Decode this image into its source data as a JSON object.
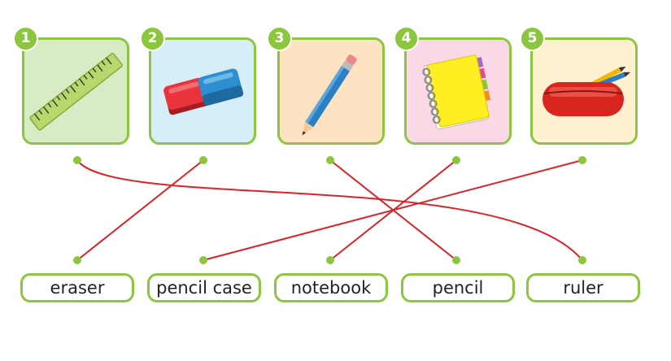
{
  "items": [
    {
      "number": "1",
      "picture": "ruler",
      "background": "#d9ebc4"
    },
    {
      "number": "2",
      "picture": "eraser",
      "background": "#d6eef8"
    },
    {
      "number": "3",
      "picture": "pencil",
      "background": "#fde3c2"
    },
    {
      "number": "4",
      "picture": "notebook",
      "background": "#fbd8e5"
    },
    {
      "number": "5",
      "picture": "pencil case",
      "background": "#fff0d0"
    }
  ],
  "words": [
    "eraser",
    "pencil case",
    "notebook",
    "pencil",
    "ruler"
  ],
  "matches": [
    {
      "item": 1,
      "word": 5
    },
    {
      "item": 2,
      "word": 1
    },
    {
      "item": 3,
      "word": 4
    },
    {
      "item": 4,
      "word": 3
    },
    {
      "item": 5,
      "word": 2
    }
  ],
  "colors": {
    "accent_green": "#8cc63f",
    "line_red": "#d9232a"
  }
}
